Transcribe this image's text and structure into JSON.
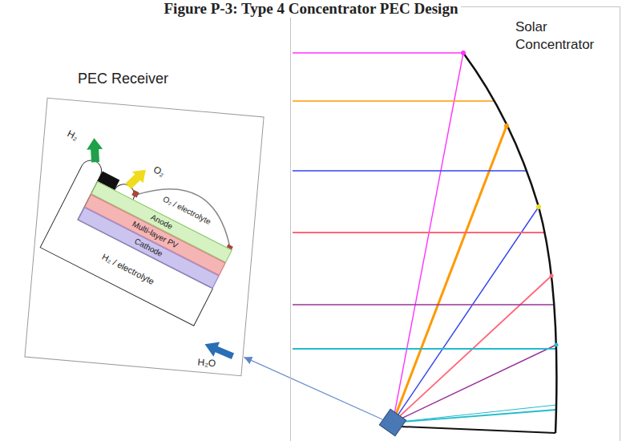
{
  "diagram": {
    "title": "Figure P-3: Type 4 Concentrator PEC Design",
    "nodes": [
      {
        "text": [
          "PEC Receiver"
        ]
      },
      {
        "text": [
          "O₂ / electrolyte"
        ],
        "in": 0
      },
      {
        "text": [
          "Anode"
        ],
        "in": 0
      },
      {
        "text": [
          "Multi-layer PV"
        ],
        "in": 0
      },
      {
        "text": [
          "Cathode"
        ],
        "in": 0
      },
      {
        "text": [
          "H₂ / electrolyte"
        ],
        "in": 0
      },
      {
        "text": [
          "Solar Concentrator"
        ]
      }
    ],
    "edges": [
      {
        "from": 6,
        "to": 0,
        "arrow": "to"
      }
    ],
    "labels": [
      "H₂",
      "O₂",
      "H₂O"
    ]
  }
}
